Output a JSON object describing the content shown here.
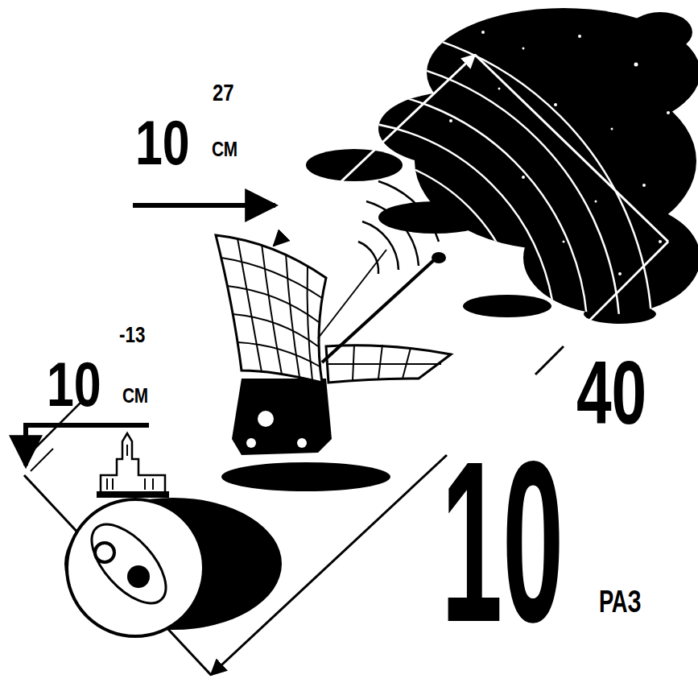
{
  "diagram": {
    "labels": [
      "10",
      "27",
      "СМ",
      "10",
      "-13",
      "СМ",
      "10",
      "40",
      "РАЗ"
    ]
  }
}
